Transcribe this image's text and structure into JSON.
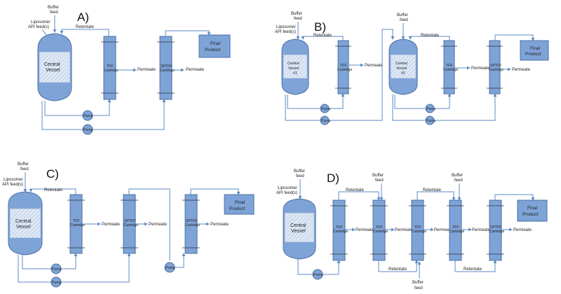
{
  "panels": {
    "a": {
      "letter": "A)"
    },
    "b": {
      "letter": "B)"
    },
    "c": {
      "letter": "C)"
    },
    "d": {
      "letter": "D)"
    }
  },
  "labels": {
    "buffer_feed_1": "Buffer",
    "buffer_feed_2": "feed",
    "liposome_1": "Liposome/",
    "liposome_2": "API feed(s)",
    "retentate": "Retentate",
    "permeate": "Permeate",
    "pump": "Pump",
    "central": "Central",
    "vessel": "Vessel",
    "vessel_1": "#1",
    "vessel_2": "#2",
    "tff": "TFF",
    "sptff": "SPTFF",
    "cartridge": "Cartridge",
    "final": "Final",
    "product": "Product"
  },
  "colors": {
    "fill": "#7ea3d6",
    "stroke": "#4a6fa5",
    "pipe": "#5b8bc7",
    "hatch": "#c9d8ee"
  }
}
